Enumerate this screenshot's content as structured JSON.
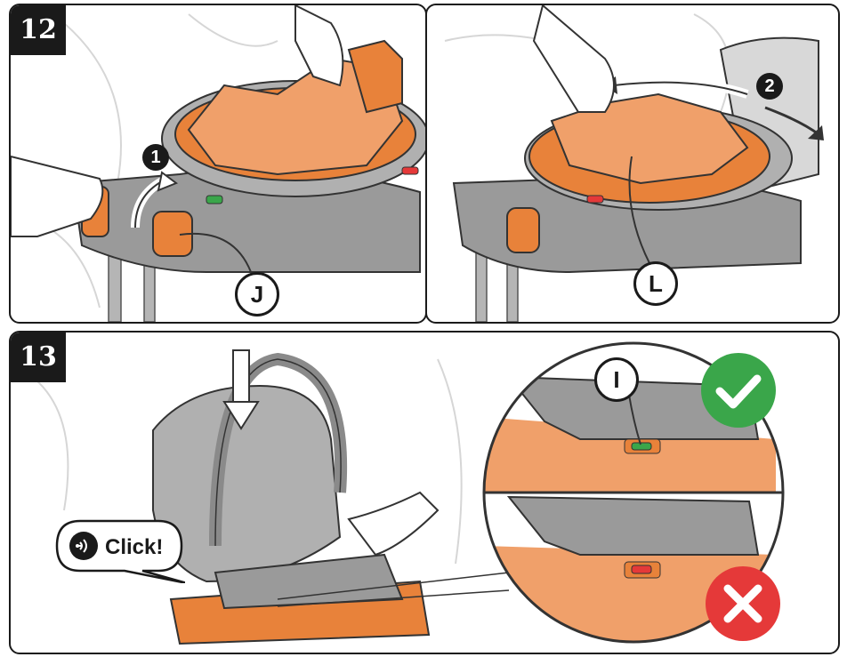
{
  "steps": {
    "step12": "12",
    "step13": "13"
  },
  "callouts": {
    "j": "J",
    "l": "L",
    "i": "I"
  },
  "numbers": {
    "one": "1",
    "two": "2"
  },
  "click": {
    "text": "Click!"
  },
  "colors": {
    "orange": "#E8823A",
    "gray": "#9a9a9a",
    "check": "#3aa64a",
    "cross": "#e53939"
  },
  "status": {
    "correct": "check-icon",
    "incorrect": "cross-icon"
  }
}
